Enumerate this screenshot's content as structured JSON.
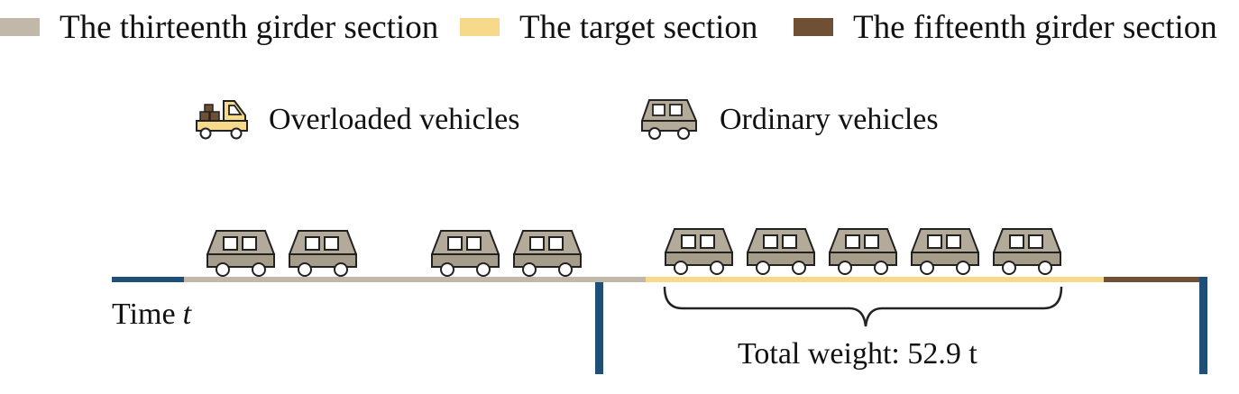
{
  "legend": {
    "items": [
      {
        "label": "The thirteenth girder section",
        "color": "#c2b8aa"
      },
      {
        "label": "The target section",
        "color": "#f7d98b"
      },
      {
        "label": "The fifteenth girder section",
        "color": "#6f5034"
      }
    ]
  },
  "vehicle_legend": {
    "overloaded": {
      "label": "Overloaded vehicles",
      "icon": "overloaded-truck-icon"
    },
    "ordinary": {
      "label": "Ordinary vehicles",
      "icon": "ordinary-car-icon"
    }
  },
  "diagram": {
    "time_label": "Time",
    "time_symbol": "t",
    "total_weight_label": "Total weight: 52.9 t",
    "vehicles_on_thirteenth_section": 4,
    "vehicles_on_target_section": 5,
    "colors": {
      "pier": "#1f4e79",
      "vehicle_body": "#b3aa9a",
      "vehicle_body_lower": "#a69c8a",
      "truck_bed": "#f7d98b",
      "cargo": "#6f5034"
    }
  }
}
